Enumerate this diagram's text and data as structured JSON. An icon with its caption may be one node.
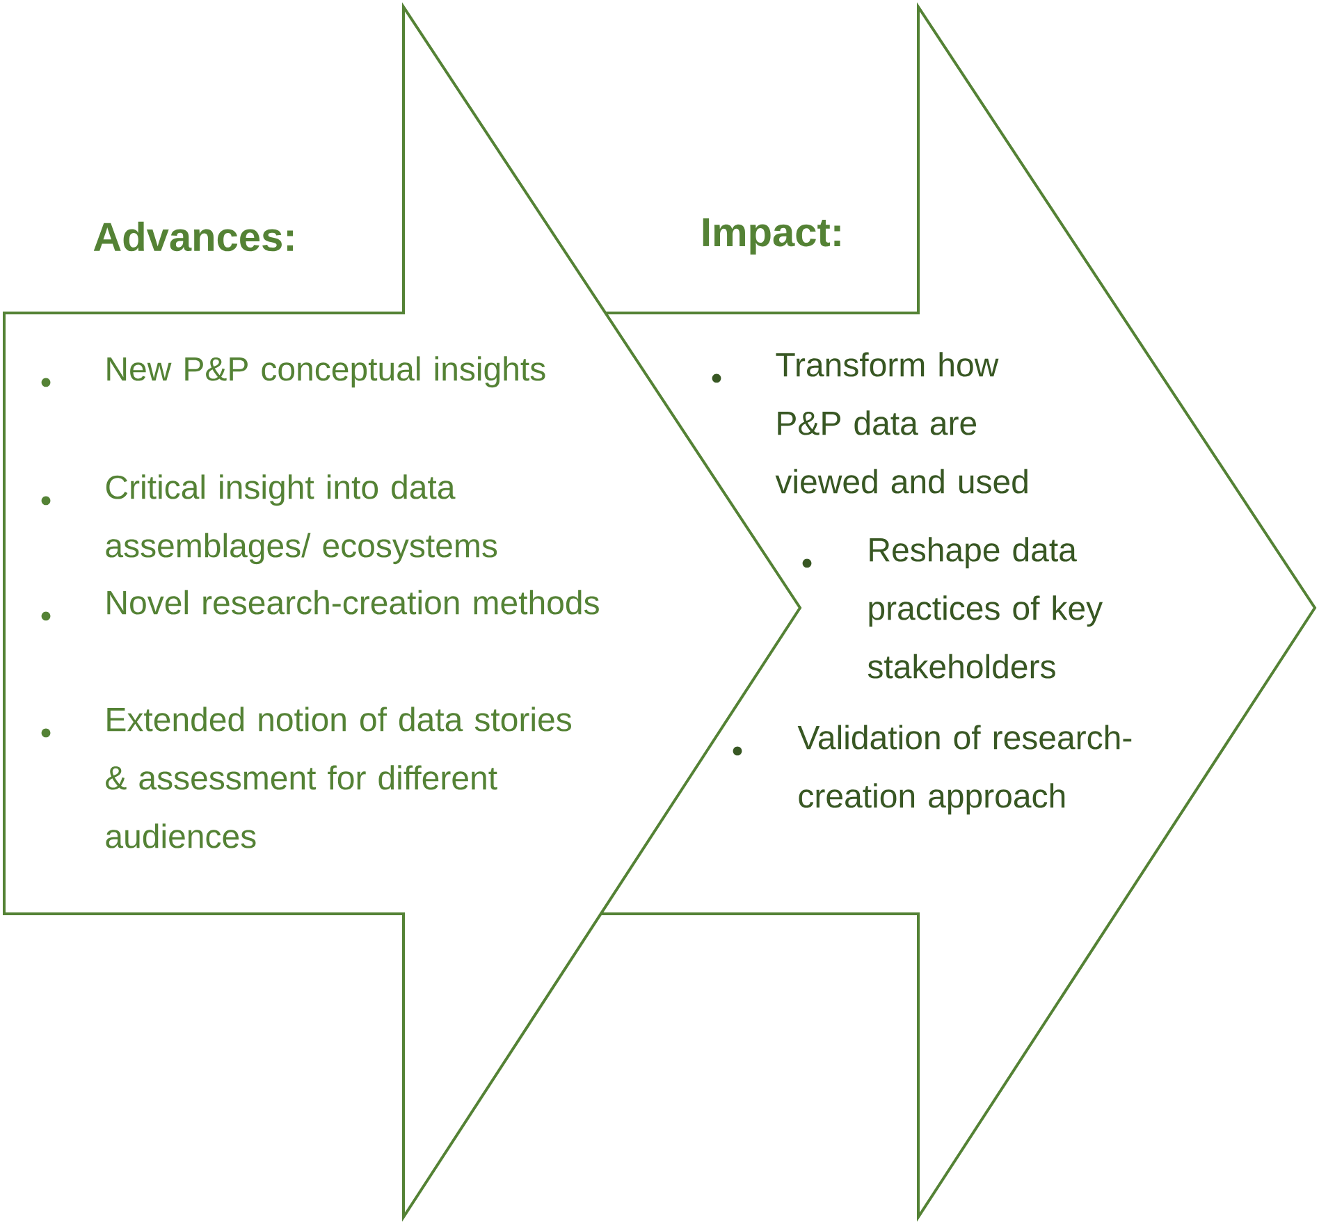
{
  "diagram": {
    "nodes": [
      {
        "text": [
          "Advances:",
          "New P&P conceptual insights",
          "Critical insight into data assemblages/ ecosystems",
          "Novel research-creation methods",
          "Extended notion of data stories & assessment for different audiences"
        ]
      },
      {
        "text": [
          "Impact:",
          "Transform how P&P data are viewed and used",
          "Reshape data practices of key stakeholders",
          "Validation of research-creation approach"
        ]
      }
    ]
  }
}
